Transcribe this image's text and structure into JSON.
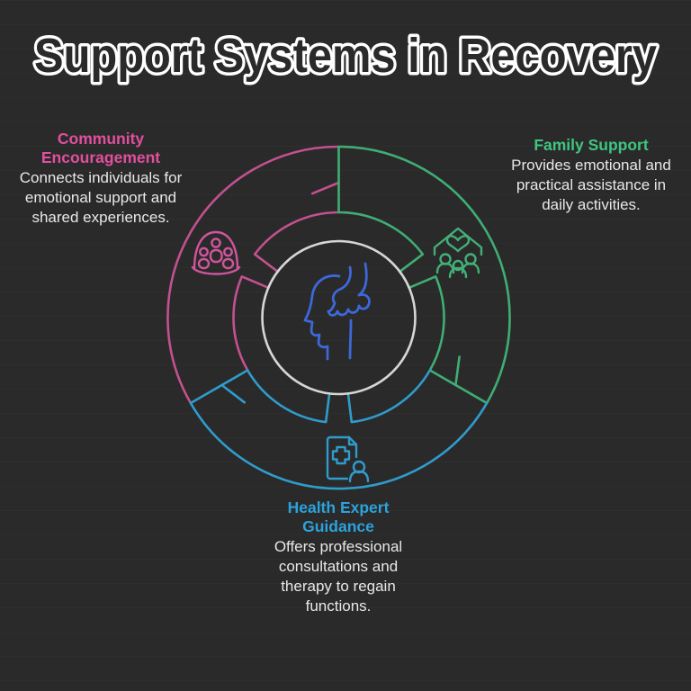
{
  "title": "Support Systems in Recovery",
  "background_color": "#2b2a2a",
  "sections": [
    {
      "id": "community",
      "heading": "Community Encouragement",
      "body": "Connects individuals for emotional support and shared experiences.",
      "heading_color": "#e14f9f",
      "arc_color": "#c2518f",
      "icon": "community-group-icon",
      "position": "left"
    },
    {
      "id": "family",
      "heading": "Family Support",
      "body": "Provides emotional and practical assistance in daily activities.",
      "heading_color": "#3ec681",
      "arc_color": "#3fae74",
      "icon": "family-home-heart-icon",
      "position": "right"
    },
    {
      "id": "health",
      "heading": "Health Expert Guidance",
      "body": "Offers professional consultations and therapy to regain functions.",
      "heading_color": "#2aa3dc",
      "arc_color": "#2f9ccc",
      "icon": "medical-document-person-icon",
      "position": "bottom"
    }
  ],
  "wheel": {
    "center_circle_color": "#d6d6d6",
    "center_icon": "head-with-supporting-hand-icon",
    "center_icon_color": "#3c68d9",
    "segment_count": 3
  }
}
